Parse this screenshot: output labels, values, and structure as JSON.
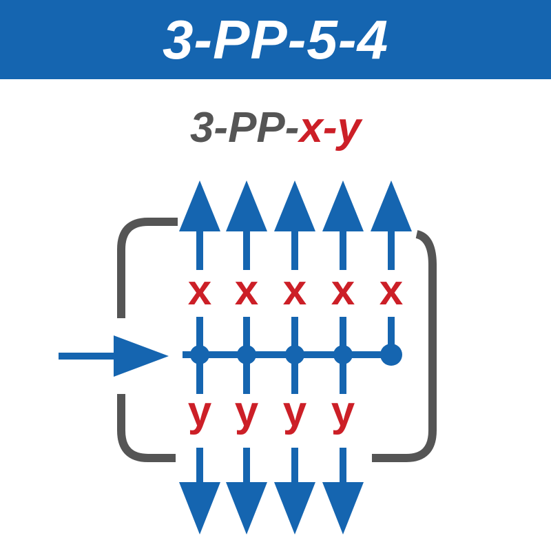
{
  "title": "3-PP-5-4",
  "subtitle": {
    "prefix": "3-PP-",
    "variables": "x-y"
  },
  "diagram": {
    "outputs_up": 5,
    "outputs_down": 4,
    "up_label": "x",
    "down_label": "y",
    "colors": {
      "header": "#1565b0",
      "arrow": "#1565b0",
      "label": "#cc1f27",
      "bracket": "#555555"
    }
  }
}
